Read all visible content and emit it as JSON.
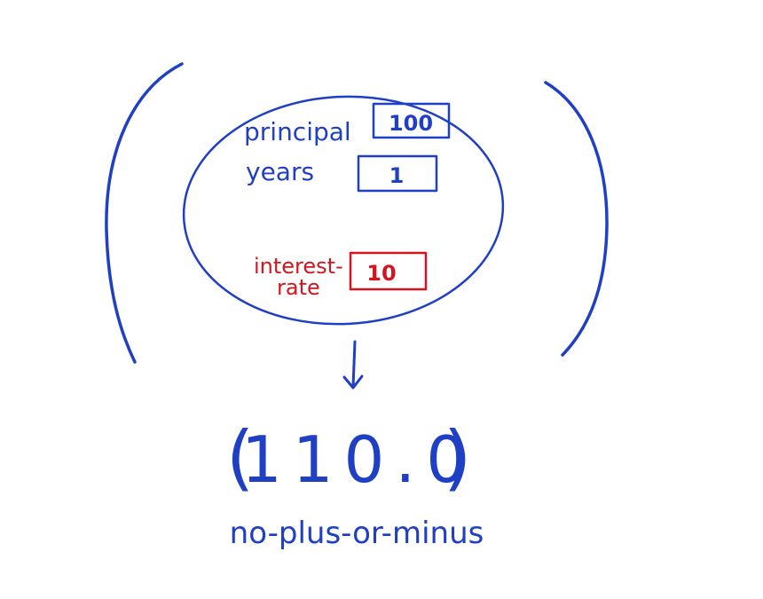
{
  "colors": {
    "ink_blue": "#1f3fc4",
    "ink_red": "#d4141e",
    "background": "#ffffff"
  },
  "fields": {
    "principal": {
      "label": "principal",
      "value": "100"
    },
    "years": {
      "label": "years",
      "value": "1"
    },
    "interest_rate": {
      "label_line1": "interest-",
      "label_line2": "rate",
      "value": "10"
    }
  },
  "result": {
    "value": "110.0",
    "open_paren": "(",
    "close_paren": ")",
    "caption": "no-plus-or-minus"
  },
  "icons": {
    "arrow": "down-arrow-icon",
    "outer_parens": "parenthesis-icon"
  }
}
